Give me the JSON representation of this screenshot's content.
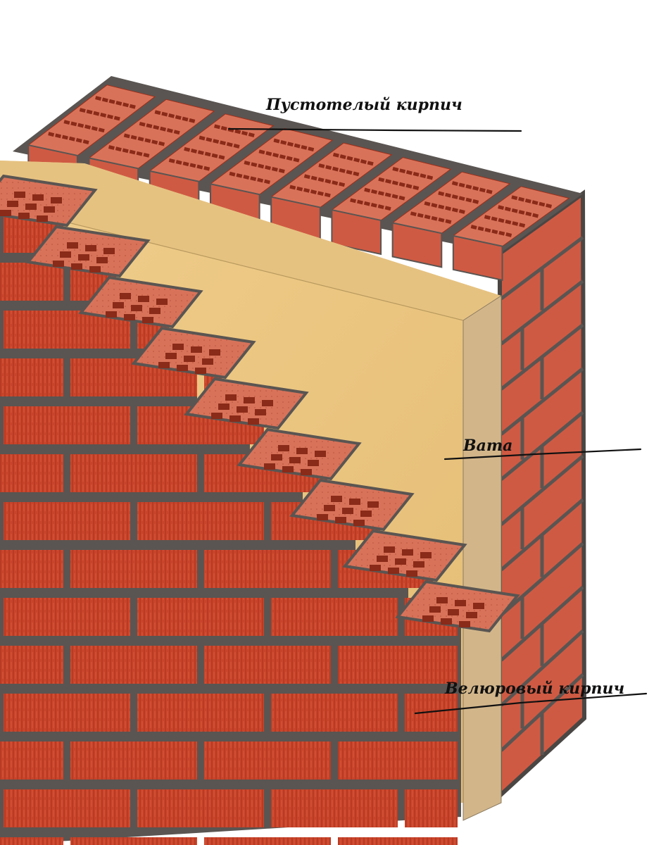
{
  "labels": {
    "hollow_brick": "Пустотелый кирпич",
    "insulation": "Вата",
    "velour_brick": "Велюровый кирпич"
  },
  "colors": {
    "background": "#ffffff",
    "brick_face": "#c9442a",
    "brick_dark": "#9e2f1a",
    "brick_top": "#d8735a",
    "brick_hole": "#8a2a18",
    "mortar": "#5a5552",
    "insulation_face": "#e8c47e",
    "insulation_side": "#d2b68a",
    "back_brick": "#cf5a43"
  },
  "structure": {
    "top_course_bricks": 8,
    "side_wall_courses": 12,
    "stepped_front_courses": 9
  }
}
